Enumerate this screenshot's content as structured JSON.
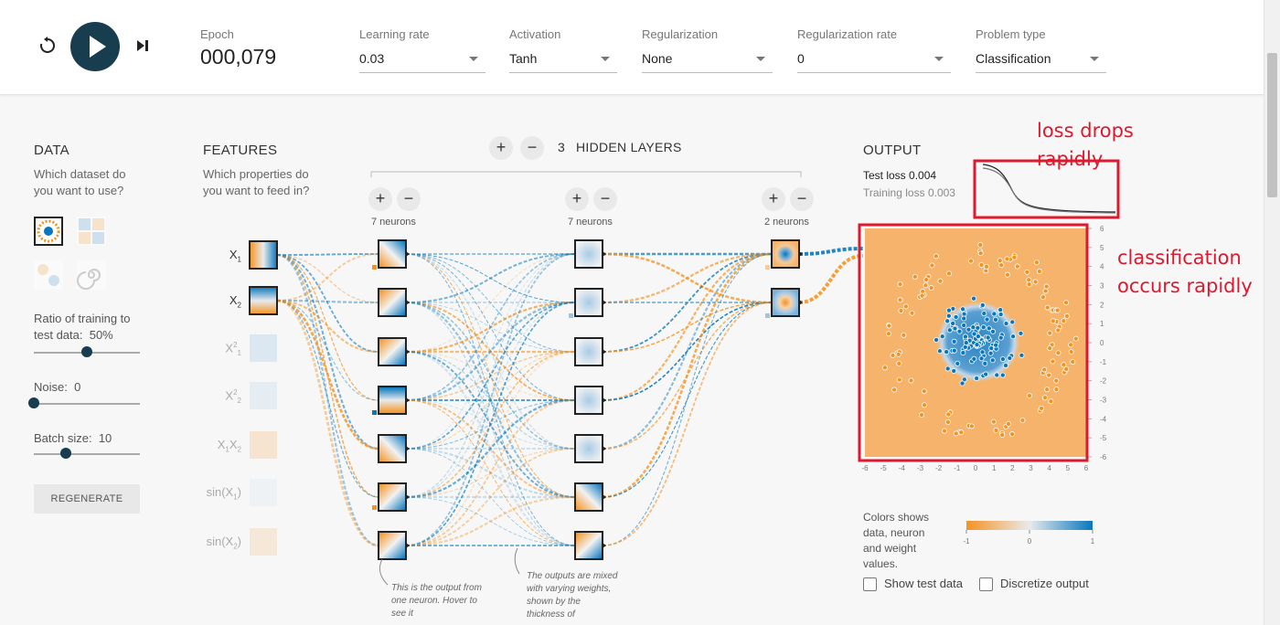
{
  "top": {
    "epoch_label": "Epoch",
    "epoch_value": "000,079",
    "controls": [
      {
        "label": "Learning rate",
        "value": "0.03"
      },
      {
        "label": "Activation",
        "value": "Tanh"
      },
      {
        "label": "Regularization",
        "value": "None"
      },
      {
        "label": "Regularization rate",
        "value": "0"
      },
      {
        "label": "Problem type",
        "value": "Classification"
      }
    ]
  },
  "data_panel": {
    "title": "DATA",
    "subtitle": "Which dataset do you want to use?",
    "ratio_label": "Ratio of training to test data:",
    "ratio_value": "50%",
    "ratio_fraction": 0.5,
    "noise_label": "Noise:",
    "noise_value": "0",
    "noise_fraction": 0.0,
    "batch_label": "Batch size:",
    "batch_value": "10",
    "batch_fraction": 0.3,
    "regenerate": "REGENERATE"
  },
  "features_panel": {
    "title": "FEATURES",
    "subtitle": "Which properties do you want to feed in?",
    "features": [
      {
        "base": "X",
        "sub": "1",
        "sup": "",
        "active": true
      },
      {
        "base": "X",
        "sub": "2",
        "sup": "",
        "active": true
      },
      {
        "base": "X",
        "sub": "1",
        "sup": "2",
        "active": false
      },
      {
        "base": "X",
        "sub": "2",
        "sup": "2",
        "active": false
      },
      {
        "base": "X",
        "sub": "1",
        "sup": "",
        "base2": "X",
        "sub2": "2",
        "active": false
      },
      {
        "base": "sin(X",
        "sub": "1",
        "tail": ")",
        "active": false
      },
      {
        "base": "sin(X",
        "sub": "2",
        "tail": ")",
        "active": false
      }
    ]
  },
  "network": {
    "layers_count": "3",
    "layers_label": "HIDDEN LAYERS",
    "layers": [
      {
        "neurons_label": "7 neurons"
      },
      {
        "neurons_label": "7 neurons"
      },
      {
        "neurons_label": "2 neurons"
      }
    ],
    "note1": "This is the output from one neuron. Hover to see it",
    "note2": "The outputs are mixed with varying weights, shown by the thickness of"
  },
  "output_panel": {
    "title": "OUTPUT",
    "test_loss_label": "Test loss",
    "test_loss_value": "0.004",
    "training_loss_label": "Training loss",
    "training_loss_value": "0.003",
    "axis_ticks": [
      "6",
      "5",
      "4",
      "3",
      "2",
      "1",
      "0",
      "-1",
      "-2",
      "-3",
      "-4",
      "-5",
      "-6"
    ],
    "x_ticks": [
      "-6",
      "-5",
      "-4",
      "-3",
      "-2",
      "-1",
      "0",
      "1",
      "2",
      "3",
      "4",
      "5",
      "6"
    ],
    "legend_text": "Colors shows data, neuron and weight values.",
    "legend_ticks": [
      "-1",
      "0",
      "1"
    ],
    "show_test_data": "Show test data",
    "discretize_output": "Discretize output",
    "colors": {
      "orange": "#f59322",
      "blue": "#0877bd",
      "neutral": "#e8eaeb"
    }
  },
  "annotations": {
    "loss": "loss drops rapidly",
    "classification": "classification occurs rapidly"
  }
}
